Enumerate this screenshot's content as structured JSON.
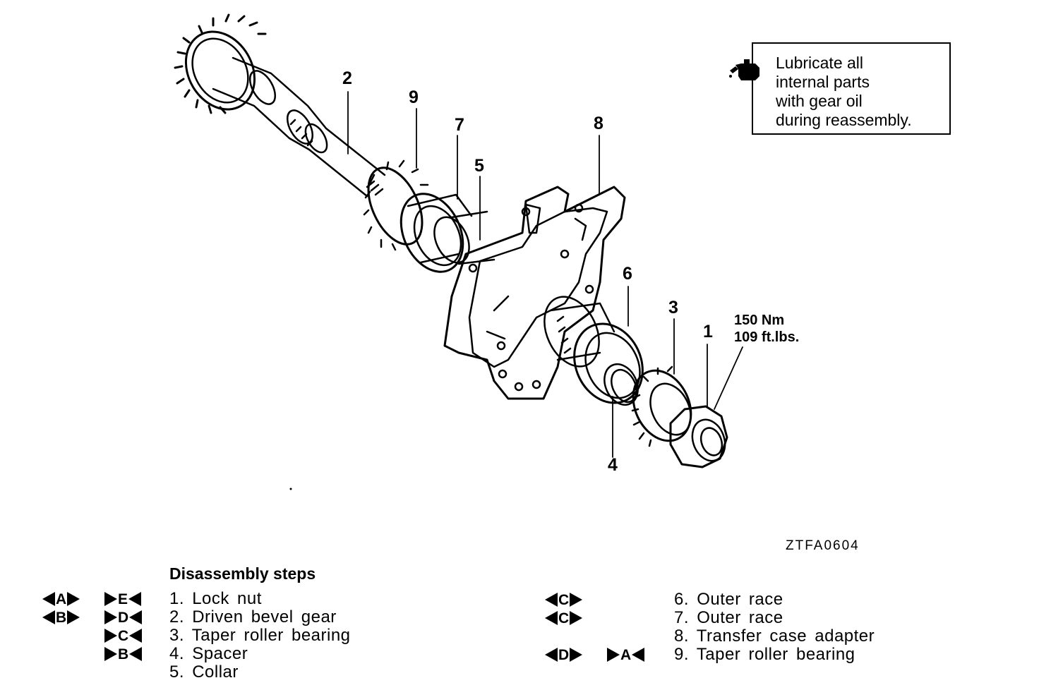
{
  "note": {
    "text": "Lubricate all\ninternal parts\nwith gear oil\nduring reassembly.",
    "icon": "oil-can-icon"
  },
  "callouts": [
    "1",
    "2",
    "3",
    "4",
    "5",
    "6",
    "7",
    "8",
    "9"
  ],
  "torque": {
    "nm": "150 Nm",
    "ftlbs": "109 ft.lbs."
  },
  "figure_code": "ZTFA0604",
  "steps_title": "Disassembly steps",
  "steps": [
    {
      "num": "1.",
      "label": "Lock nut",
      "disassembly_mark": "A",
      "reassembly_mark": "E"
    },
    {
      "num": "2.",
      "label": "Driven bevel gear",
      "disassembly_mark": "B",
      "reassembly_mark": "D"
    },
    {
      "num": "3.",
      "label": "Taper roller bearing",
      "disassembly_mark": "",
      "reassembly_mark": "C"
    },
    {
      "num": "4.",
      "label": "Spacer",
      "disassembly_mark": "",
      "reassembly_mark": "B"
    },
    {
      "num": "5.",
      "label": "Collar",
      "disassembly_mark": "",
      "reassembly_mark": ""
    },
    {
      "num": "6.",
      "label": "Outer race",
      "disassembly_mark": "C",
      "reassembly_mark": ""
    },
    {
      "num": "7.",
      "label": "Outer race",
      "disassembly_mark": "C",
      "reassembly_mark": ""
    },
    {
      "num": "8.",
      "label": "Transfer case adapter",
      "disassembly_mark": "",
      "reassembly_mark": ""
    },
    {
      "num": "9.",
      "label": "Taper roller bearing",
      "disassembly_mark": "D",
      "reassembly_mark": "A"
    }
  ]
}
